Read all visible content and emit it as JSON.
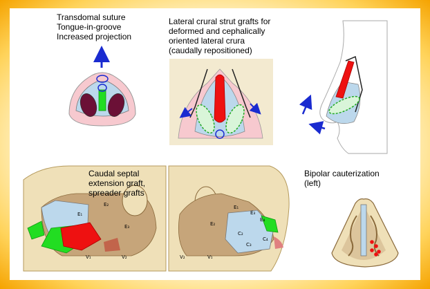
{
  "labels": {
    "top_left": [
      "Transdomal suture",
      "Tongue-in-groove",
      "Increased projection"
    ],
    "top_middle": [
      "Lateral crural strut grafts for",
      "deformed and cephalically",
      "oriented lateral crura",
      "(caudally repositioned)"
    ],
    "bottom_left": [
      "Caudal septal",
      "extension graft,",
      "spreader grafts"
    ],
    "bottom_right": [
      "Bipolar cauterization",
      "(left)"
    ]
  },
  "anatomy_letters": {
    "left_section": [
      "E₁",
      "E₂",
      "E₃",
      "V₁",
      "V₂"
    ],
    "right_section": [
      "E₁",
      "E₂",
      "E₃",
      "E₄",
      "C₂",
      "C₃",
      "C₄",
      "V₁",
      "V₂"
    ]
  },
  "colors": {
    "frame_glow": "#f5a300",
    "arrow": "#1a2bd0",
    "graft_red": "#ee1111",
    "graft_green": "#22dd22",
    "septum_blue": "#bcd8ec",
    "skin_pink": "#f7c9cf",
    "bone": "#efe0b8"
  }
}
